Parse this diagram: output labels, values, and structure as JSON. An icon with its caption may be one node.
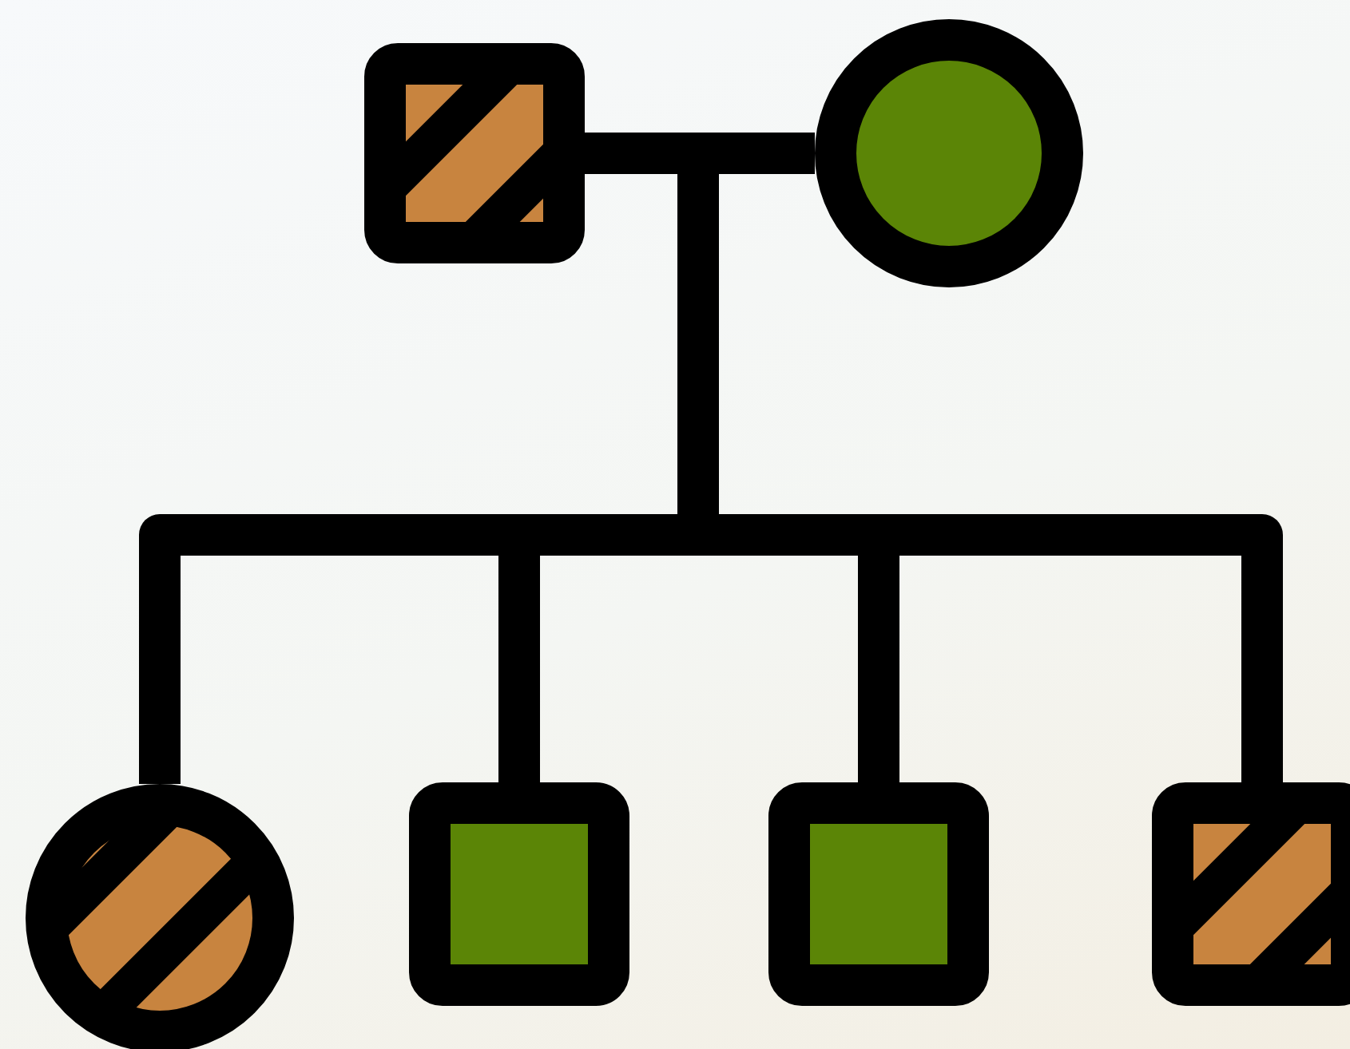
{
  "diagram": {
    "nodes": [
      {
        "text": [],
        "shape": "box"
      },
      {
        "text": [],
        "shape": "circle"
      },
      {
        "text": [],
        "shape": "circle"
      },
      {
        "text": [],
        "shape": "box"
      },
      {
        "text": [],
        "shape": "box"
      },
      {
        "text": [],
        "shape": "box"
      }
    ],
    "edges": [
      {
        "from": 0,
        "to": 1,
        "arrow": "none"
      },
      {
        "from": 0,
        "to": 2,
        "arrow": "none"
      },
      {
        "from": 0,
        "to": 3,
        "arrow": "none"
      },
      {
        "from": 0,
        "to": 4,
        "arrow": "none"
      },
      {
        "from": 0,
        "to": 5,
        "arrow": "none"
      },
      {
        "from": 1,
        "to": 2,
        "arrow": "none"
      },
      {
        "from": 1,
        "to": 3,
        "arrow": "none"
      },
      {
        "from": 1,
        "to": 4,
        "arrow": "none"
      },
      {
        "from": 1,
        "to": 5,
        "arrow": "none"
      }
    ]
  }
}
